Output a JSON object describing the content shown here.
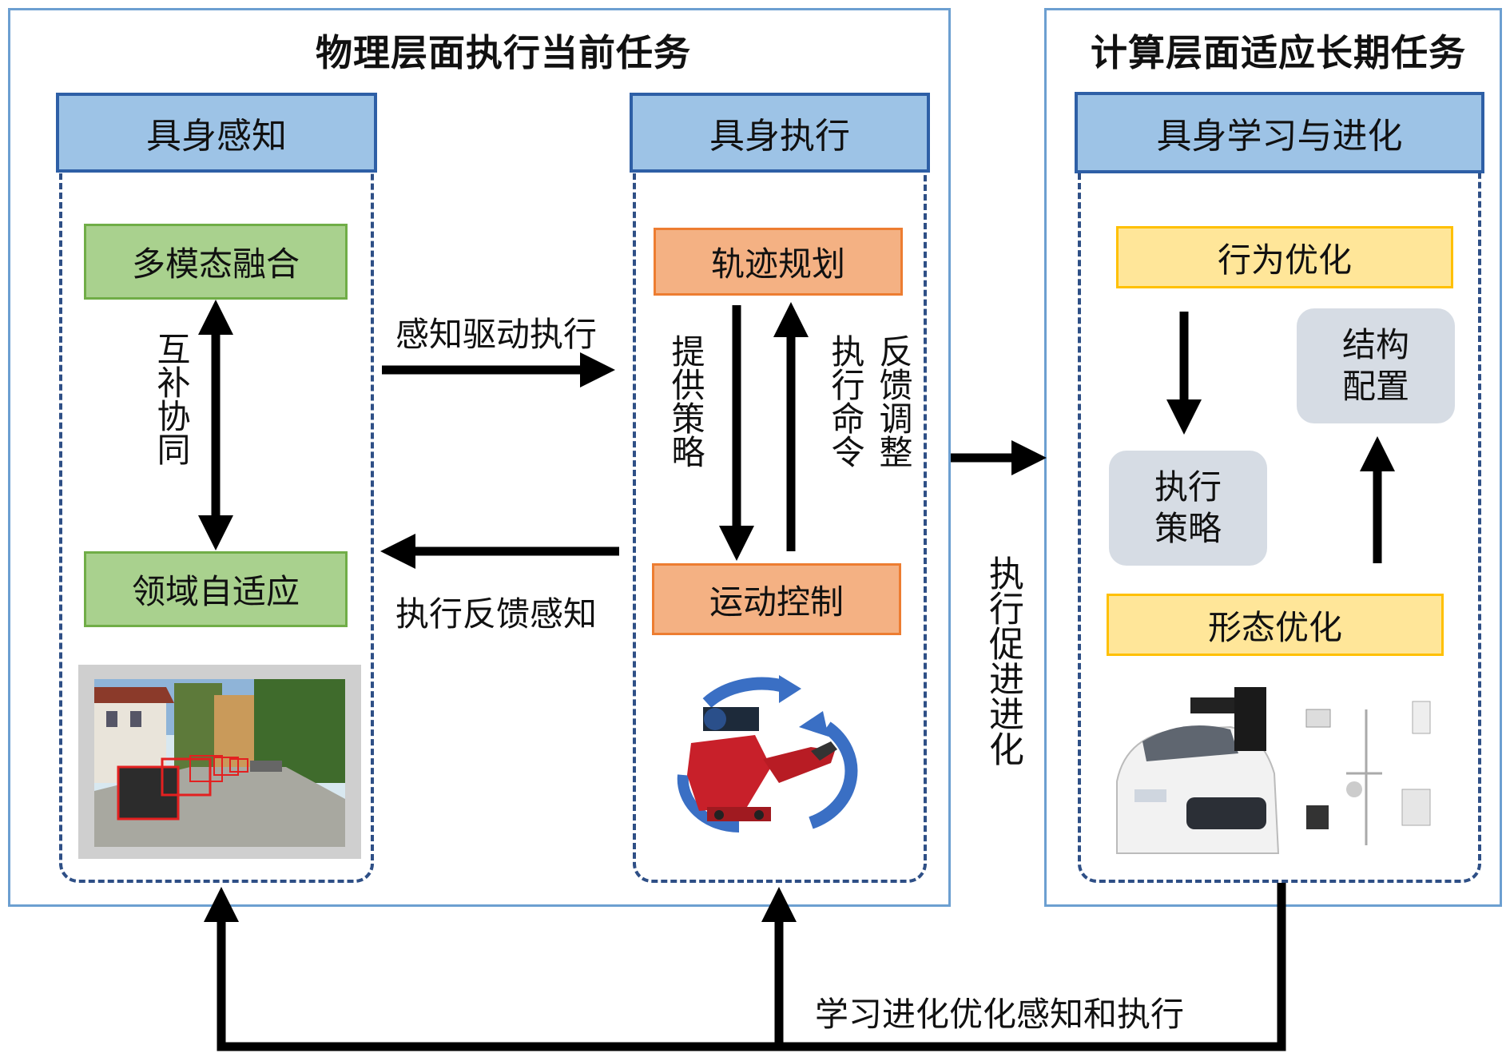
{
  "left_panel": {
    "title": "物理层面执行当前任务",
    "perception": {
      "header": "具身感知",
      "multimodal": "多模态融合",
      "relation": "互补协同",
      "domain": "领域自适应"
    },
    "execution": {
      "header": "具身执行",
      "trajectory": "轨迹规划",
      "provide": "提供策略",
      "command": "执行命令",
      "feedback_adjust": "反馈调整",
      "motion": "运动控制"
    },
    "arrow_right_label": "感知驱动执行",
    "arrow_left_label": "执行反馈感知"
  },
  "right_panel": {
    "title": "计算层面适应长期任务",
    "learning": {
      "header": "具身学习与进化",
      "behavior": "行为优化",
      "structure": "结构配置",
      "strategy": "执行策略",
      "morphology": "形态优化"
    }
  },
  "middle_label": "执行促进进化",
  "bottom_label": "学习进化优化感知和执行",
  "colors": {
    "panel_border": "#6c9fd1",
    "header_fill": "#9dc3e6",
    "green_fill": "#a9d18e",
    "orange_fill": "#f4b183",
    "yellow_fill": "#ffe699",
    "grey_fill": "#d6dce4"
  }
}
